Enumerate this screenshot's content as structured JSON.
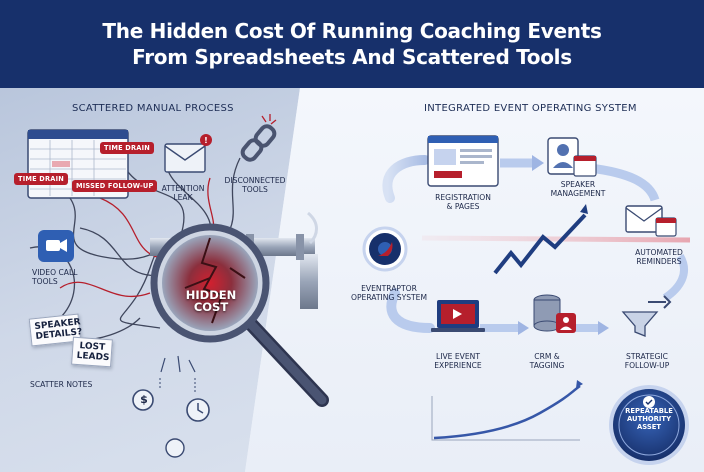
{
  "header": {
    "title_line1": "The Hidden Cost Of Running Coaching Events",
    "title_line2": "From Spreadsheets And Scattered Tools"
  },
  "left": {
    "title": "SCATTERED MANUAL PROCESS",
    "tags": {
      "time_drain_1": "TIME DRAIN",
      "time_drain_2": "TIME DRAIN",
      "missed_followup": "MISSED FOLLOW-UP"
    },
    "attention_leak": [
      "ATTENTION",
      "LEAK"
    ],
    "disconnected_tools": [
      "DISCONNECTED",
      "TOOLS"
    ],
    "video_call_tools": [
      "VIDEO CALL",
      "TOOLS"
    ],
    "note_speaker": [
      "SPEAKER",
      "DETAILS?"
    ],
    "note_lost": [
      "LOST",
      "LEADS"
    ],
    "scatter_notes": "SCATTER NOTES",
    "hidden_cost": [
      "HIDDEN",
      "COST"
    ],
    "dollar_glyph": "$"
  },
  "right": {
    "title": "INTEGRATED EVENT OPERATING SYSTEM",
    "registration": [
      "REGISTRATION",
      "& PAGES"
    ],
    "speaker_management": [
      "SPEAKER",
      "MANAGEMENT"
    ],
    "automated_reminders": [
      "AUTOMATED",
      "REMINDERS"
    ],
    "hub": [
      "EVENTRAPTOR",
      "OPERATING SYSTEM"
    ],
    "live_event": [
      "LIVE EVENT",
      "EXPERIENCE"
    ],
    "crm": [
      "CRM &",
      "TAGGING"
    ],
    "strategic_followup": [
      "STRATEGIC",
      "FOLLOW-UP"
    ],
    "badge": [
      "REPEATABLE",
      "AUTHORITY",
      "ASSET"
    ]
  },
  "colors": {
    "navy": "#17306b",
    "red": "#b61f2c",
    "blue_accent": "#2f5fb3",
    "arrow_light": "#c8d6f0"
  }
}
